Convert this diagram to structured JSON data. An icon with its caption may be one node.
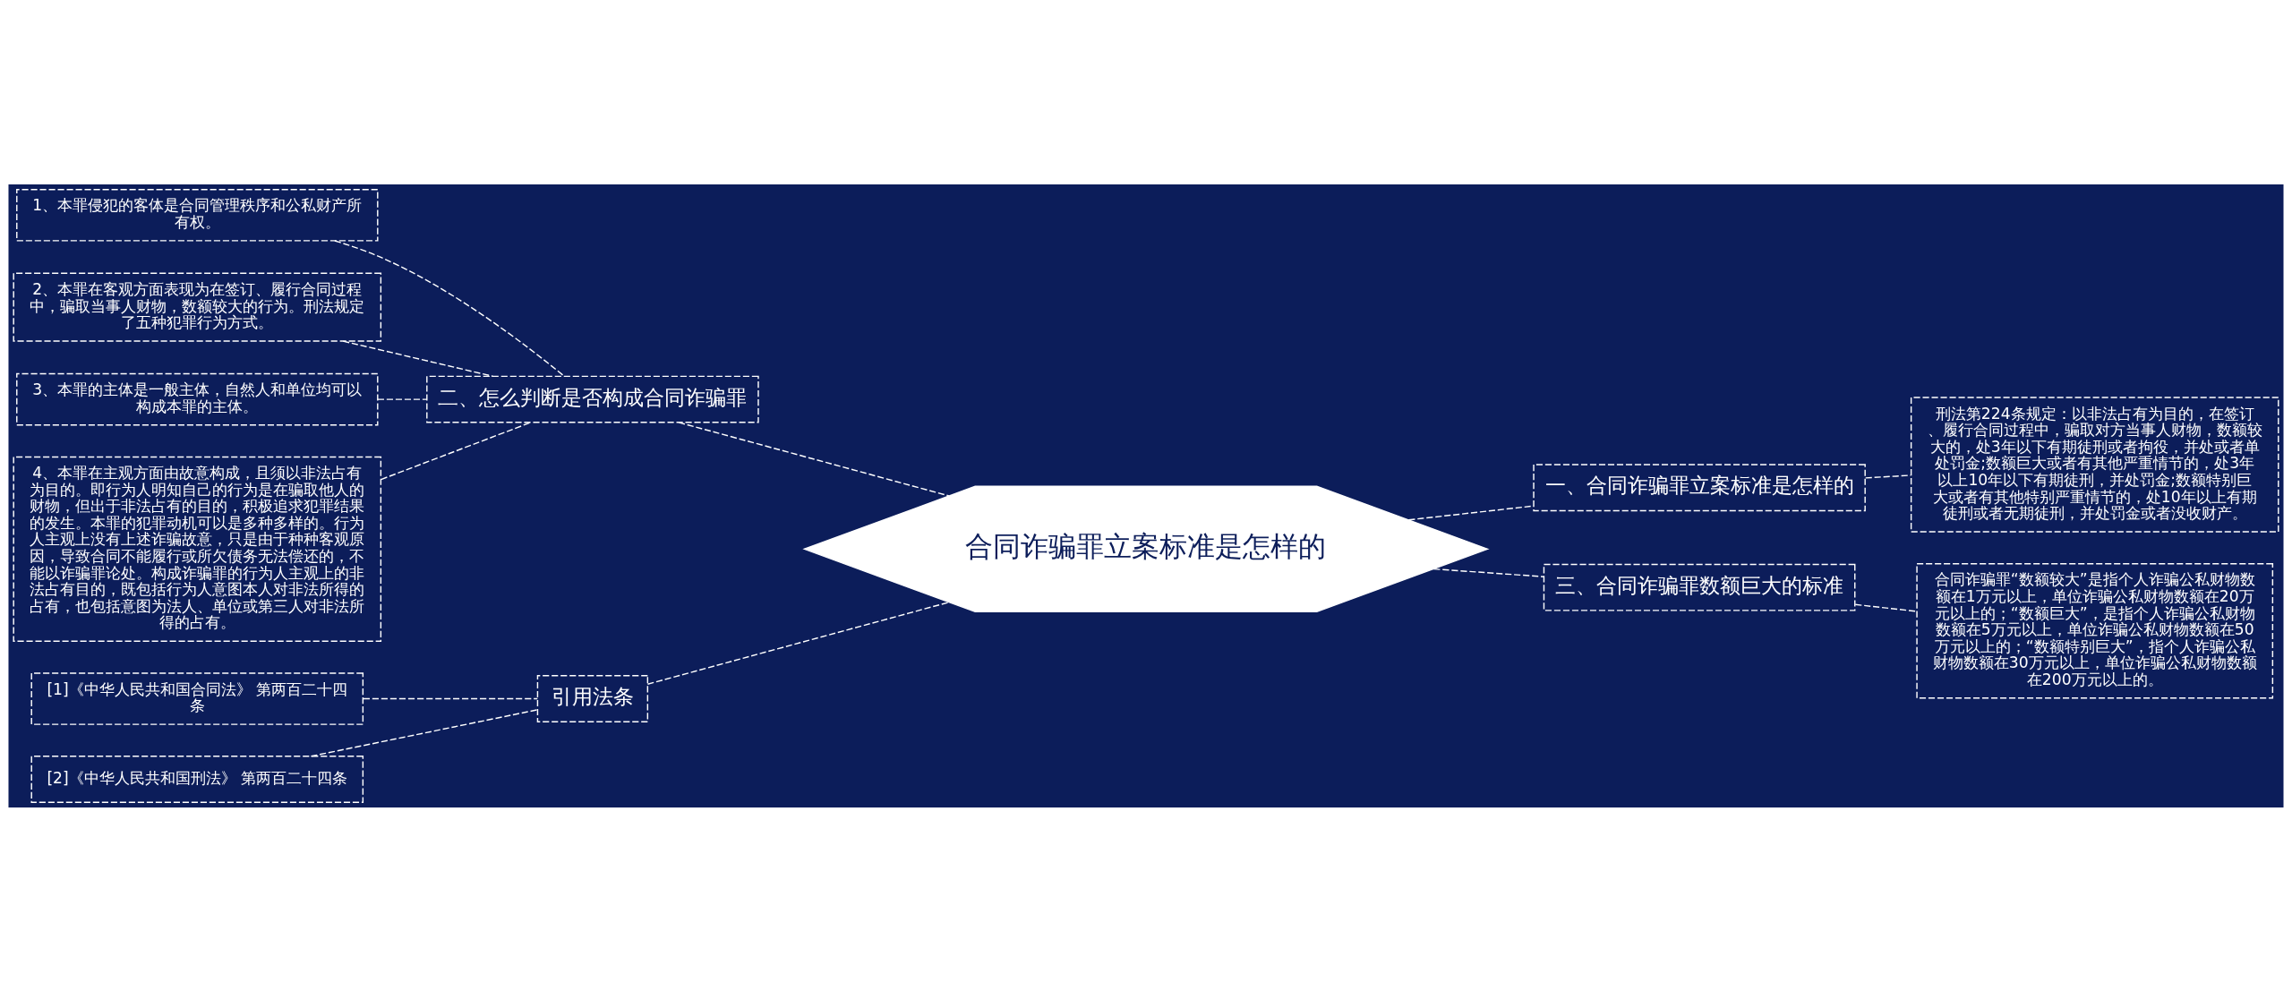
{
  "diagram": {
    "nodes": [
      {
        "text": [
          "合同诈骗罪立案标准是怎样的"
        ]
      },
      {
        "text": [
          "二、怎么判断是否构成合同诈骗罪"
        ]
      },
      {
        "text": [
          "1、本罪侵犯的客体是合同管理秩序和公私财产所有权。"
        ]
      },
      {
        "text": [
          "2、本罪在客观方面表现为在签订、履行合同过程中，骗取当事人财物，数额较大的行为。刑法规定了五种犯罪行为方式。"
        ]
      },
      {
        "text": [
          "3、本罪的主体是一般主体，自然人和单位均可以构成本罪的主体。"
        ]
      },
      {
        "text": [
          "4、本罪在主观方面由故意构成，且须以非法占有为目的。即行为人明知自己的行为是在骗取他人的财物，但出于非法占有的目的，积极追求犯罪结果的发生。本罪的犯罪动机可以是多种多样的。行为人主观上没有上述诈骗故意，只是由于种种客观原因，导致合同不能履行或所欠债务无法偿还的，不能以诈骗罪论处。构成诈骗罪的行为人主观上的非法占有目的，既包括行为人意图本人对非法所得的占有，也包括意图为法人、单位或第三人对非法所得的占有。"
        ]
      },
      {
        "text": [
          "引用法条"
        ]
      },
      {
        "text": [
          "[1]《中华人民共和国合同法》 第两百二十四条"
        ]
      },
      {
        "text": [
          "[2]《中华人民共和国刑法》 第两百二十四条"
        ]
      },
      {
        "text": [
          "一、合同诈骗罪立案标准是怎样的"
        ]
      },
      {
        "text": [
          "刑法第224条规定：以非法占有为目的，在签订、履行合同过程中，骗取对方当事人财物，数额较大的，处3年以下有期徒刑或者拘役，并处或者单处罚金;数额巨大或者有其他严重情节的，处3年以上10年以下有期徒刑，并处罚金;数额特别巨大或者有其他特别严重情节的，处10年以上有期徒刑或者无期徒刑，并处罚金或者没收财产。"
        ]
      },
      {
        "text": [
          "三、合同诈骗罪数额巨大的标准"
        ]
      },
      {
        "text": [
          "合同诈骗罪“数额较大”是指个人诈骗公私财物数额在1万元以上，单位诈骗公私财物数额在20万元以上的；“数额巨大”，是指个人诈骗公私财物数额在5万元以上，单位诈骗公私财物数额在50万元以上的；“数额特别巨大”，指个人诈骗公私财物数额在30万元以上，单位诈骗公私财物数额在200万元以上的。"
        ]
      }
    ],
    "edges": [
      {
        "from": 0,
        "to": 1,
        "arrow": "none",
        "style": "dashed"
      },
      {
        "from": 1,
        "to": 2,
        "arrow": "none",
        "style": "dashed"
      },
      {
        "from": 1,
        "to": 3,
        "arrow": "none",
        "style": "dashed"
      },
      {
        "from": 1,
        "to": 4,
        "arrow": "none",
        "style": "dashed"
      },
      {
        "from": 1,
        "to": 5,
        "arrow": "none",
        "style": "dashed"
      },
      {
        "from": 0,
        "to": 6,
        "arrow": "none",
        "style": "dashed"
      },
      {
        "from": 6,
        "to": 7,
        "arrow": "none",
        "style": "dashed"
      },
      {
        "from": 6,
        "to": 8,
        "arrow": "none",
        "style": "dashed"
      },
      {
        "from": 0,
        "to": 9,
        "arrow": "none",
        "style": "dashed"
      },
      {
        "from": 9,
        "to": 10,
        "arrow": "none",
        "style": "dashed"
      },
      {
        "from": 0,
        "to": 11,
        "arrow": "none",
        "style": "dashed"
      },
      {
        "from": 11,
        "to": 12,
        "arrow": "none",
        "style": "dashed"
      }
    ]
  }
}
